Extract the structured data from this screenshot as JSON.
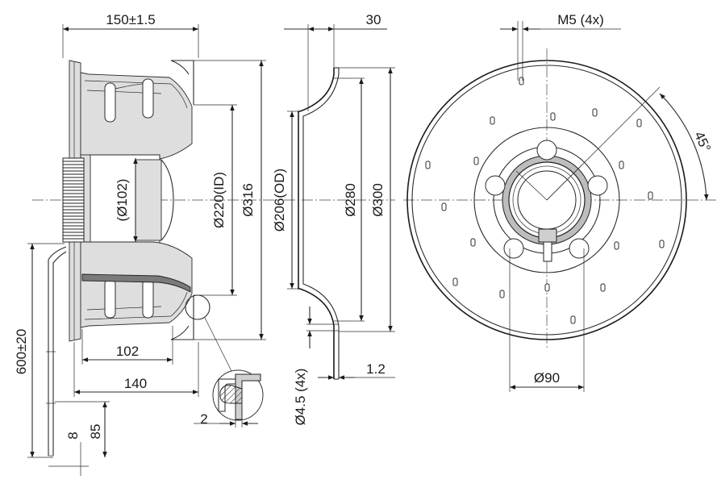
{
  "drawing": {
    "side_view": {
      "dim_length": "150±1.5",
      "dim_motor_diameter": "(Ø102)",
      "dim_inner_diameter": "Ø220(ID)",
      "dim_outer_diameter": "Ø316",
      "dim_cable_length": "600±20",
      "dim_depth_102": "102",
      "dim_depth_140": "140",
      "dim_detail_2": "2",
      "dim_cable_8": "8",
      "dim_cable_85": "85"
    },
    "nozzle_view": {
      "dim_width": "30",
      "dim_od": "Ø206(OD)",
      "dim_280": "Ø280",
      "dim_300": "Ø300",
      "dim_holes": "Ø4.5 (4x)",
      "dim_thickness": "1.2"
    },
    "front_view": {
      "dim_threads": "M5 (4x)",
      "dim_angle": "45°",
      "dim_bolt_circle": "Ø90"
    }
  }
}
